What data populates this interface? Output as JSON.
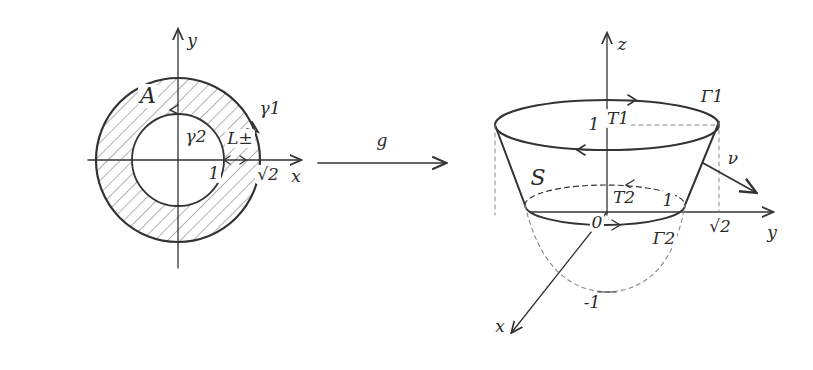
{
  "diagram": {
    "labels": [
      "y",
      "A",
      "γ1",
      "γ2",
      "L±",
      "1",
      "√2",
      "x",
      "g",
      "z",
      "1",
      "Γ1",
      "T1",
      "ν",
      "S",
      "T2",
      "0",
      "1",
      "√2",
      "y",
      "Γ2",
      "x",
      "-1"
    ]
  }
}
